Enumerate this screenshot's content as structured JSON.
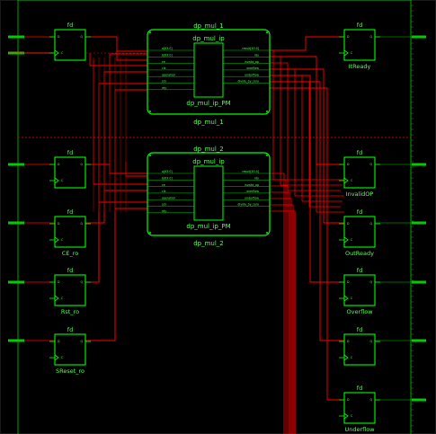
{
  "colors": {
    "background": "#000000",
    "block": "#00ff00",
    "net": "#ff0000",
    "net_dim": "#b30000",
    "text": "#55ff55"
  },
  "hierarchy": [
    {
      "id": "h1",
      "title": "dp_mul_1",
      "inner_title": "dp_mul_ip",
      "inner_label": "dp_mul_ip_PM",
      "bottom_label": "dp_mul_1"
    },
    {
      "id": "h2",
      "title": "dp_mul_2",
      "inner_title": "dp_mul_ip",
      "inner_label": "dp_mul_ip_PM",
      "bottom_label": "dp_mul_2"
    }
  ],
  "ip_pins_left": [
    "a[63:0]",
    "b[63:0]",
    "ce",
    "clk",
    "operation",
    "sclr",
    "rdy"
  ],
  "ip_pins_right": [
    "result[63:0]",
    "rdy",
    "invalid_op",
    "overflow",
    "underflow",
    "divide_by_zero"
  ],
  "flops": [
    {
      "id": "fd1",
      "type": "fd",
      "label": ""
    },
    {
      "id": "fd2",
      "type": "fd",
      "label": ""
    },
    {
      "id": "fd3",
      "type": "fd",
      "label": "CE_ro"
    },
    {
      "id": "fd4",
      "type": "fd",
      "label": "Rst_ro"
    },
    {
      "id": "fd5",
      "type": "fd",
      "label": "SReset_ro"
    },
    {
      "id": "fd6",
      "type": "fd",
      "label": "ItReady"
    },
    {
      "id": "fd7",
      "type": "fd",
      "label": "InvalidOP"
    },
    {
      "id": "fd8",
      "type": "fd",
      "label": "OutReady"
    },
    {
      "id": "fd9",
      "type": "fd",
      "label": "Overflow"
    },
    {
      "id": "fd10",
      "type": "fd",
      "label": ""
    },
    {
      "id": "fd11",
      "type": "fd",
      "label": "Underflow"
    }
  ],
  "flop_pins": {
    "d": "D",
    "c": "C",
    "q": "Q"
  }
}
